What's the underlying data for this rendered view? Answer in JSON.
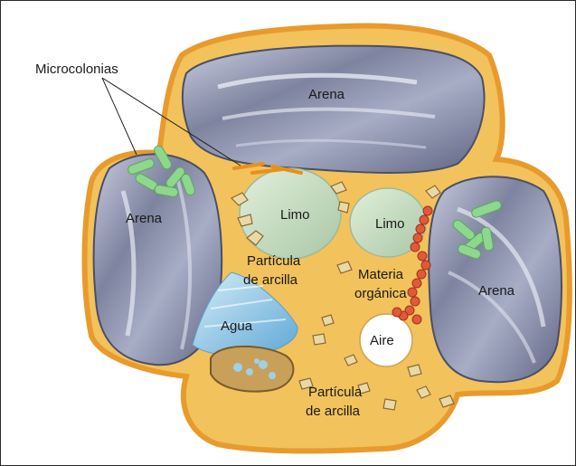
{
  "labels": {
    "microcolonias": "Microcolonias",
    "arena_top": "Arena",
    "arena_left": "Arena",
    "arena_right": "Arena",
    "limo_left": "Limo",
    "limo_right": "Limo",
    "arcilla_top_1": "Partícula",
    "arcilla_top_2": "de arcilla",
    "materia_1": "Materia",
    "materia_2": "orgánica",
    "agua": "Agua",
    "aire": "Aire",
    "arcilla_bottom_1": "Partícula",
    "arcilla_bottom_2": "de arcilla"
  },
  "colors": {
    "matrix": "#f2c25c",
    "matrix_edge": "#e89b2c",
    "sand": "#8a8fa8",
    "silt": "#c7dcc0",
    "water": "#8fc6e6",
    "bacteria": "#8fd68f",
    "organic": "#e05a3a"
  }
}
